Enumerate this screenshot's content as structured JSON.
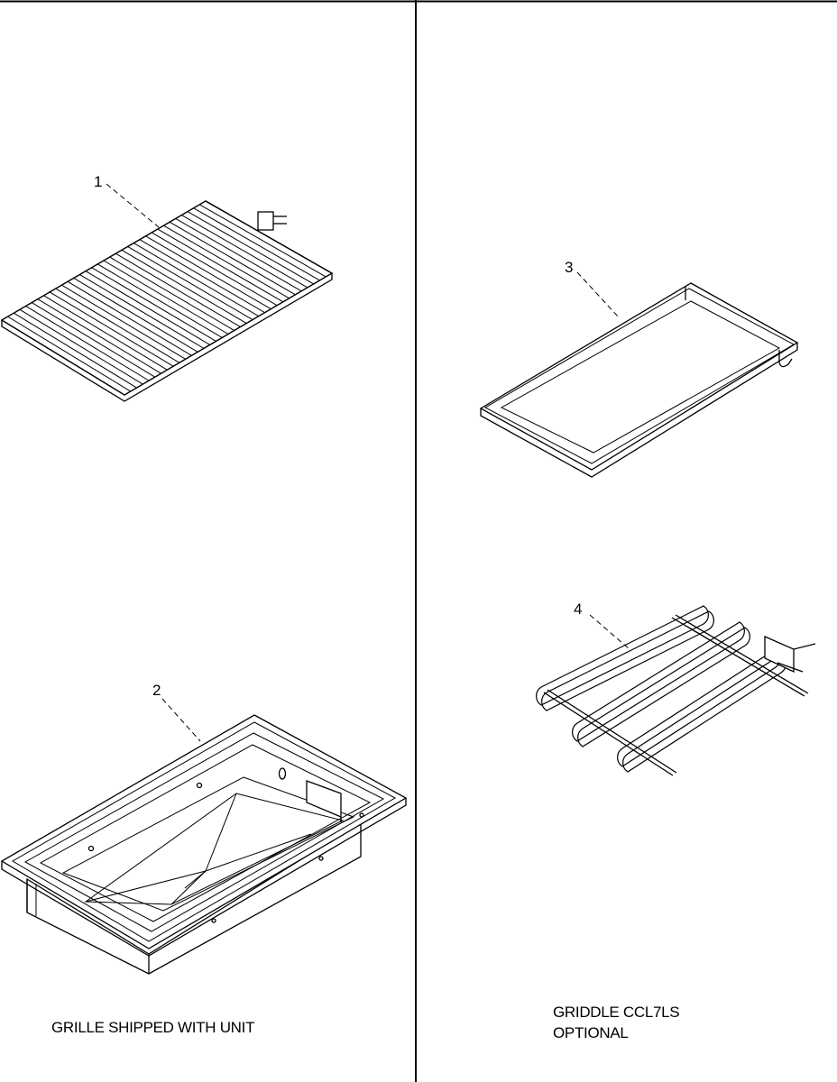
{
  "callouts": [
    "1",
    "2",
    "3",
    "4"
  ],
  "captions": {
    "left": "GRILLE SHIPPED WITH UNIT",
    "right_line1": "GRIDDLE CCL7LS",
    "right_line2": "OPTIONAL"
  }
}
